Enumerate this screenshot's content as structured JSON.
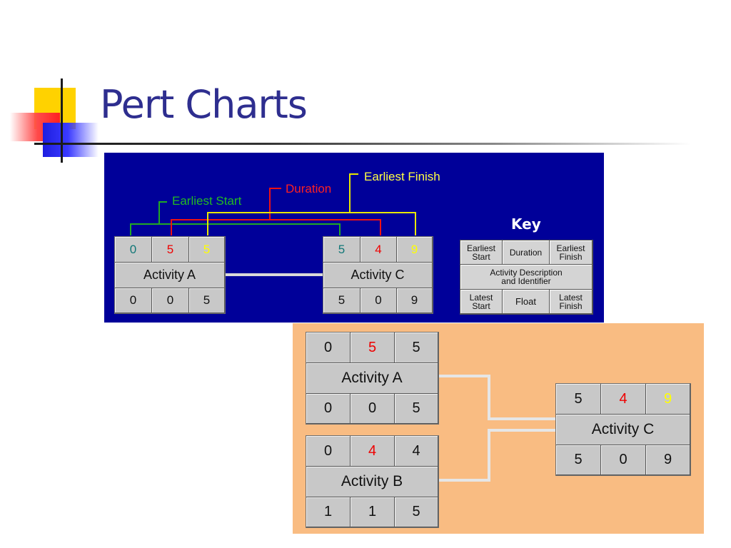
{
  "slide": {
    "title": "Pert Charts"
  },
  "top_diagram": {
    "labels": {
      "earliest_start": "Earliest Start",
      "duration": "Duration",
      "earliest_finish": "Earliest Finish"
    },
    "node_a": {
      "top": [
        "0",
        "5",
        "5"
      ],
      "name": "Activity A",
      "bottom": [
        "0",
        "0",
        "5"
      ]
    },
    "node_c": {
      "top": [
        "5",
        "4",
        "9"
      ],
      "name": "Activity C",
      "bottom": [
        "5",
        "0",
        "9"
      ]
    },
    "key": {
      "title": "Key",
      "earliest_start": "Earliest Start",
      "duration": "Duration",
      "earliest_finish": "Earliest Finish",
      "description": "Activity Description and Identifier",
      "latest_start": "Latest Start",
      "float": "Float",
      "latest_finish": "Latest Finish"
    }
  },
  "bottom_diagram": {
    "node_a": {
      "top": [
        "0",
        "5",
        "5"
      ],
      "name": "Activity A",
      "bottom": [
        "0",
        "0",
        "5"
      ]
    },
    "node_b": {
      "top": [
        "0",
        "4",
        "4"
      ],
      "name": "Activity B",
      "bottom": [
        "1",
        "1",
        "5"
      ]
    },
    "node_c": {
      "top": [
        "5",
        "4",
        "9"
      ],
      "name": "Activity C",
      "bottom": [
        "5",
        "0",
        "9"
      ]
    }
  },
  "colors": {
    "title": "#2e2e8f",
    "top_background": "#000099",
    "bottom_background": "#f9bc82",
    "earliest_start": "#0a8a0a",
    "duration": "#ee0000",
    "earliest_finish": "#ffff00",
    "box_fill": "#c8c8c8"
  }
}
